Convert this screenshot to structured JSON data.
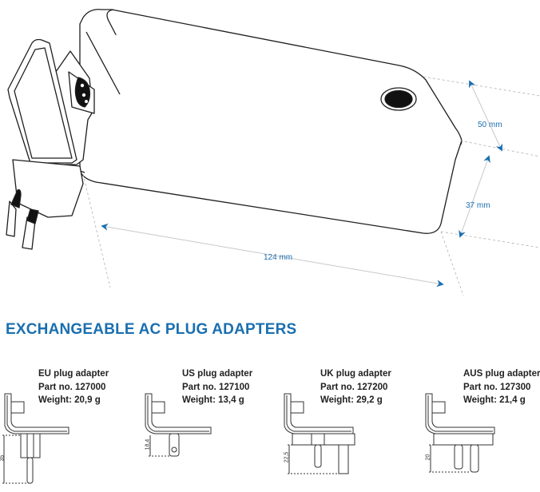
{
  "illustration": {
    "subject": "AC power adapter with exchangeable EU plug",
    "dimensions": {
      "width_label": "50 mm",
      "height_label": "37 mm",
      "length_label": "124 mm"
    },
    "accent_color": "#1a6fb0"
  },
  "section": {
    "title": "EXCHANGEABLE AC PLUG ADAPTERS"
  },
  "adapters": [
    {
      "name": "EU plug adapter",
      "part": "Part no. 127000",
      "weight": "Weight: 20,9 g",
      "dim": "35"
    },
    {
      "name": "US plug adapter",
      "part": "Part no. 127100",
      "weight": "Weight: 13,4 g",
      "dim": "18,4"
    },
    {
      "name": "UK plug adapter",
      "part": "Part no. 127200",
      "weight": "Weight: 29,2 g",
      "dim": "22,5"
    },
    {
      "name": "AUS plug adapter",
      "part": "Part no. 127300",
      "weight": "Weight: 21,4 g",
      "dim": "20"
    }
  ]
}
